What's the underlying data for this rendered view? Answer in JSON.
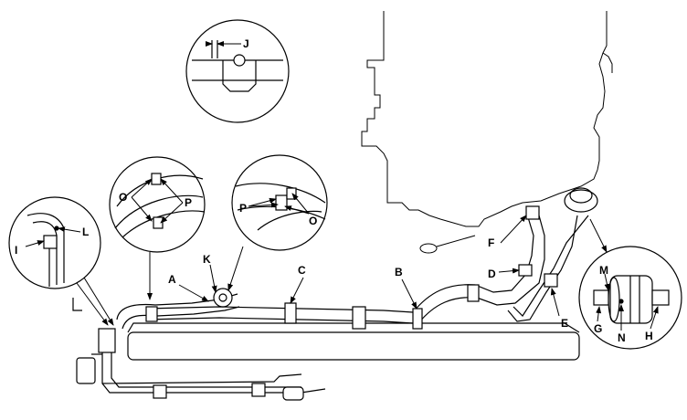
{
  "diagram": {
    "callouts": {
      "A": "A",
      "B": "B",
      "C": "C",
      "D": "D",
      "E": "E",
      "F": "F",
      "G": "G",
      "H": "H",
      "I": "I",
      "J": "J",
      "K": "K",
      "L": "L",
      "M": "M",
      "N": "N",
      "O": "O",
      "P": "P"
    },
    "line_color": "#000000",
    "background": "#ffffff"
  }
}
